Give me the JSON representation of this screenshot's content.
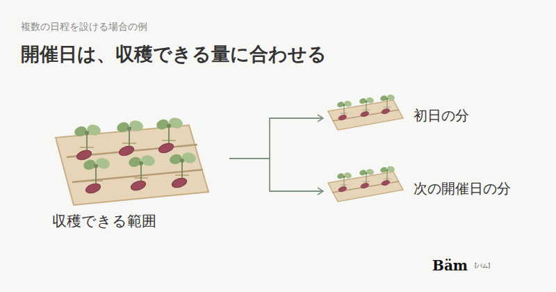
{
  "diagram": {
    "title": "開催日は、収穫できる量に合わせる",
    "nodes": [
      {
        "text": [
          "収穫できる範囲"
        ]
      },
      {
        "text": [
          "初日の分"
        ]
      },
      {
        "text": [
          "次の開催日の分"
        ]
      }
    ],
    "edges": [
      {
        "from": 0,
        "to": 1,
        "arrow": "to"
      },
      {
        "from": 0,
        "to": 2,
        "arrow": "to"
      }
    ],
    "labels": [
      "複数の日程を設ける場合の例",
      "Bäm",
      "[バム]"
    ]
  }
}
